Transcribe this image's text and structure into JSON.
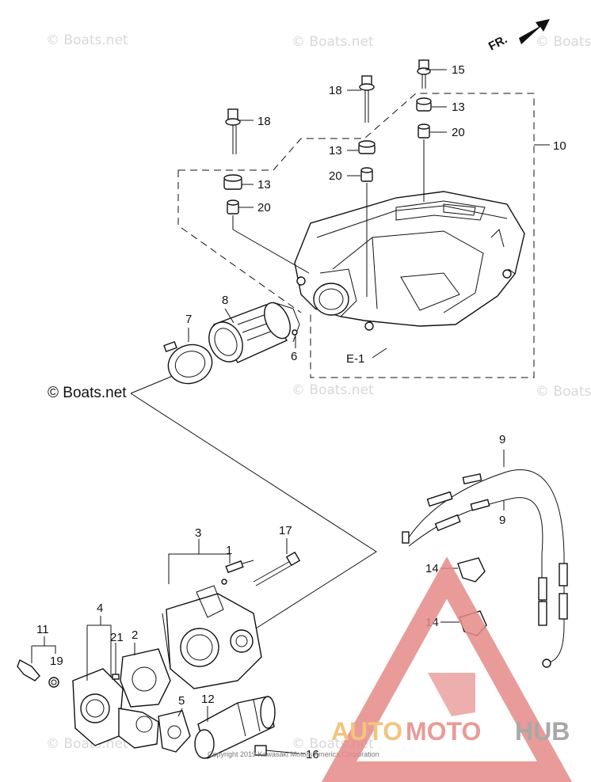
{
  "watermark": {
    "text": "© Boats.net",
    "main_watermark": "© Boats.net",
    "copyright": "Copyright 2019 Kawasaki Motors America Corporation"
  },
  "direction_label": "FR.",
  "callouts": {
    "p1": "1",
    "p2": "2",
    "p3": "3",
    "p4": "4",
    "p5": "5",
    "p6": "6",
    "p7": "7",
    "p8": "8",
    "p9a": "9",
    "p9b": "9",
    "p10": "10",
    "p11": "11",
    "p12": "12",
    "p13a": "13",
    "p13b": "13",
    "p13c": "13",
    "p14a": "14",
    "p14b": "14",
    "p15": "15",
    "p16": "16",
    "p17": "17",
    "p18a": "18",
    "p18b": "18",
    "p19": "19",
    "p20a": "20",
    "p20b": "20",
    "p20c": "20",
    "p21": "21",
    "e1": "E-1"
  },
  "logo": {
    "text_auto": "AUTO",
    "text_moto": "MOTO",
    "text_hub": "HUB",
    "colors": {
      "triangle": "#e58a87",
      "auto": "#f2b96a",
      "moto": "#e58a87",
      "hub": "#9a9a9a"
    }
  }
}
